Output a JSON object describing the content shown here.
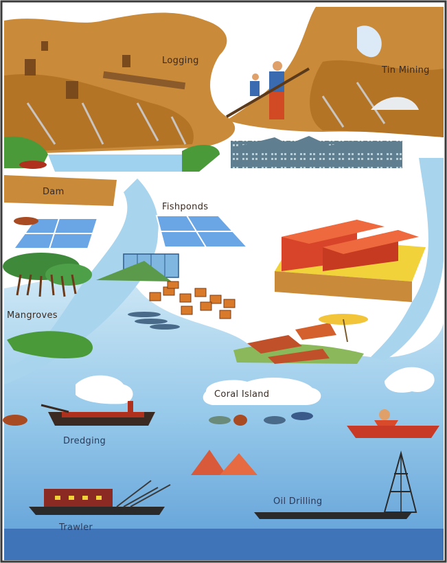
{
  "labels": {
    "logging": "Logging",
    "tin_mining": "Tin Mining",
    "dam": "Dam",
    "fishponds": "Fishponds",
    "mangroves": "Mangroves",
    "coral_island": "Coral Island",
    "dredging": "Dredging",
    "oil_drilling": "Oil Drilling",
    "trawler": "Trawler"
  },
  "colors": {
    "land": "#c98a3a",
    "land_dark": "#a86a22",
    "sea_light": "#bfe0f2",
    "sea": "#8cc4e8",
    "sea_deep": "#5fa0d8",
    "factory": "#d8442a",
    "vegetation": "#3e8a3a",
    "frame": "#3a3a3a"
  }
}
